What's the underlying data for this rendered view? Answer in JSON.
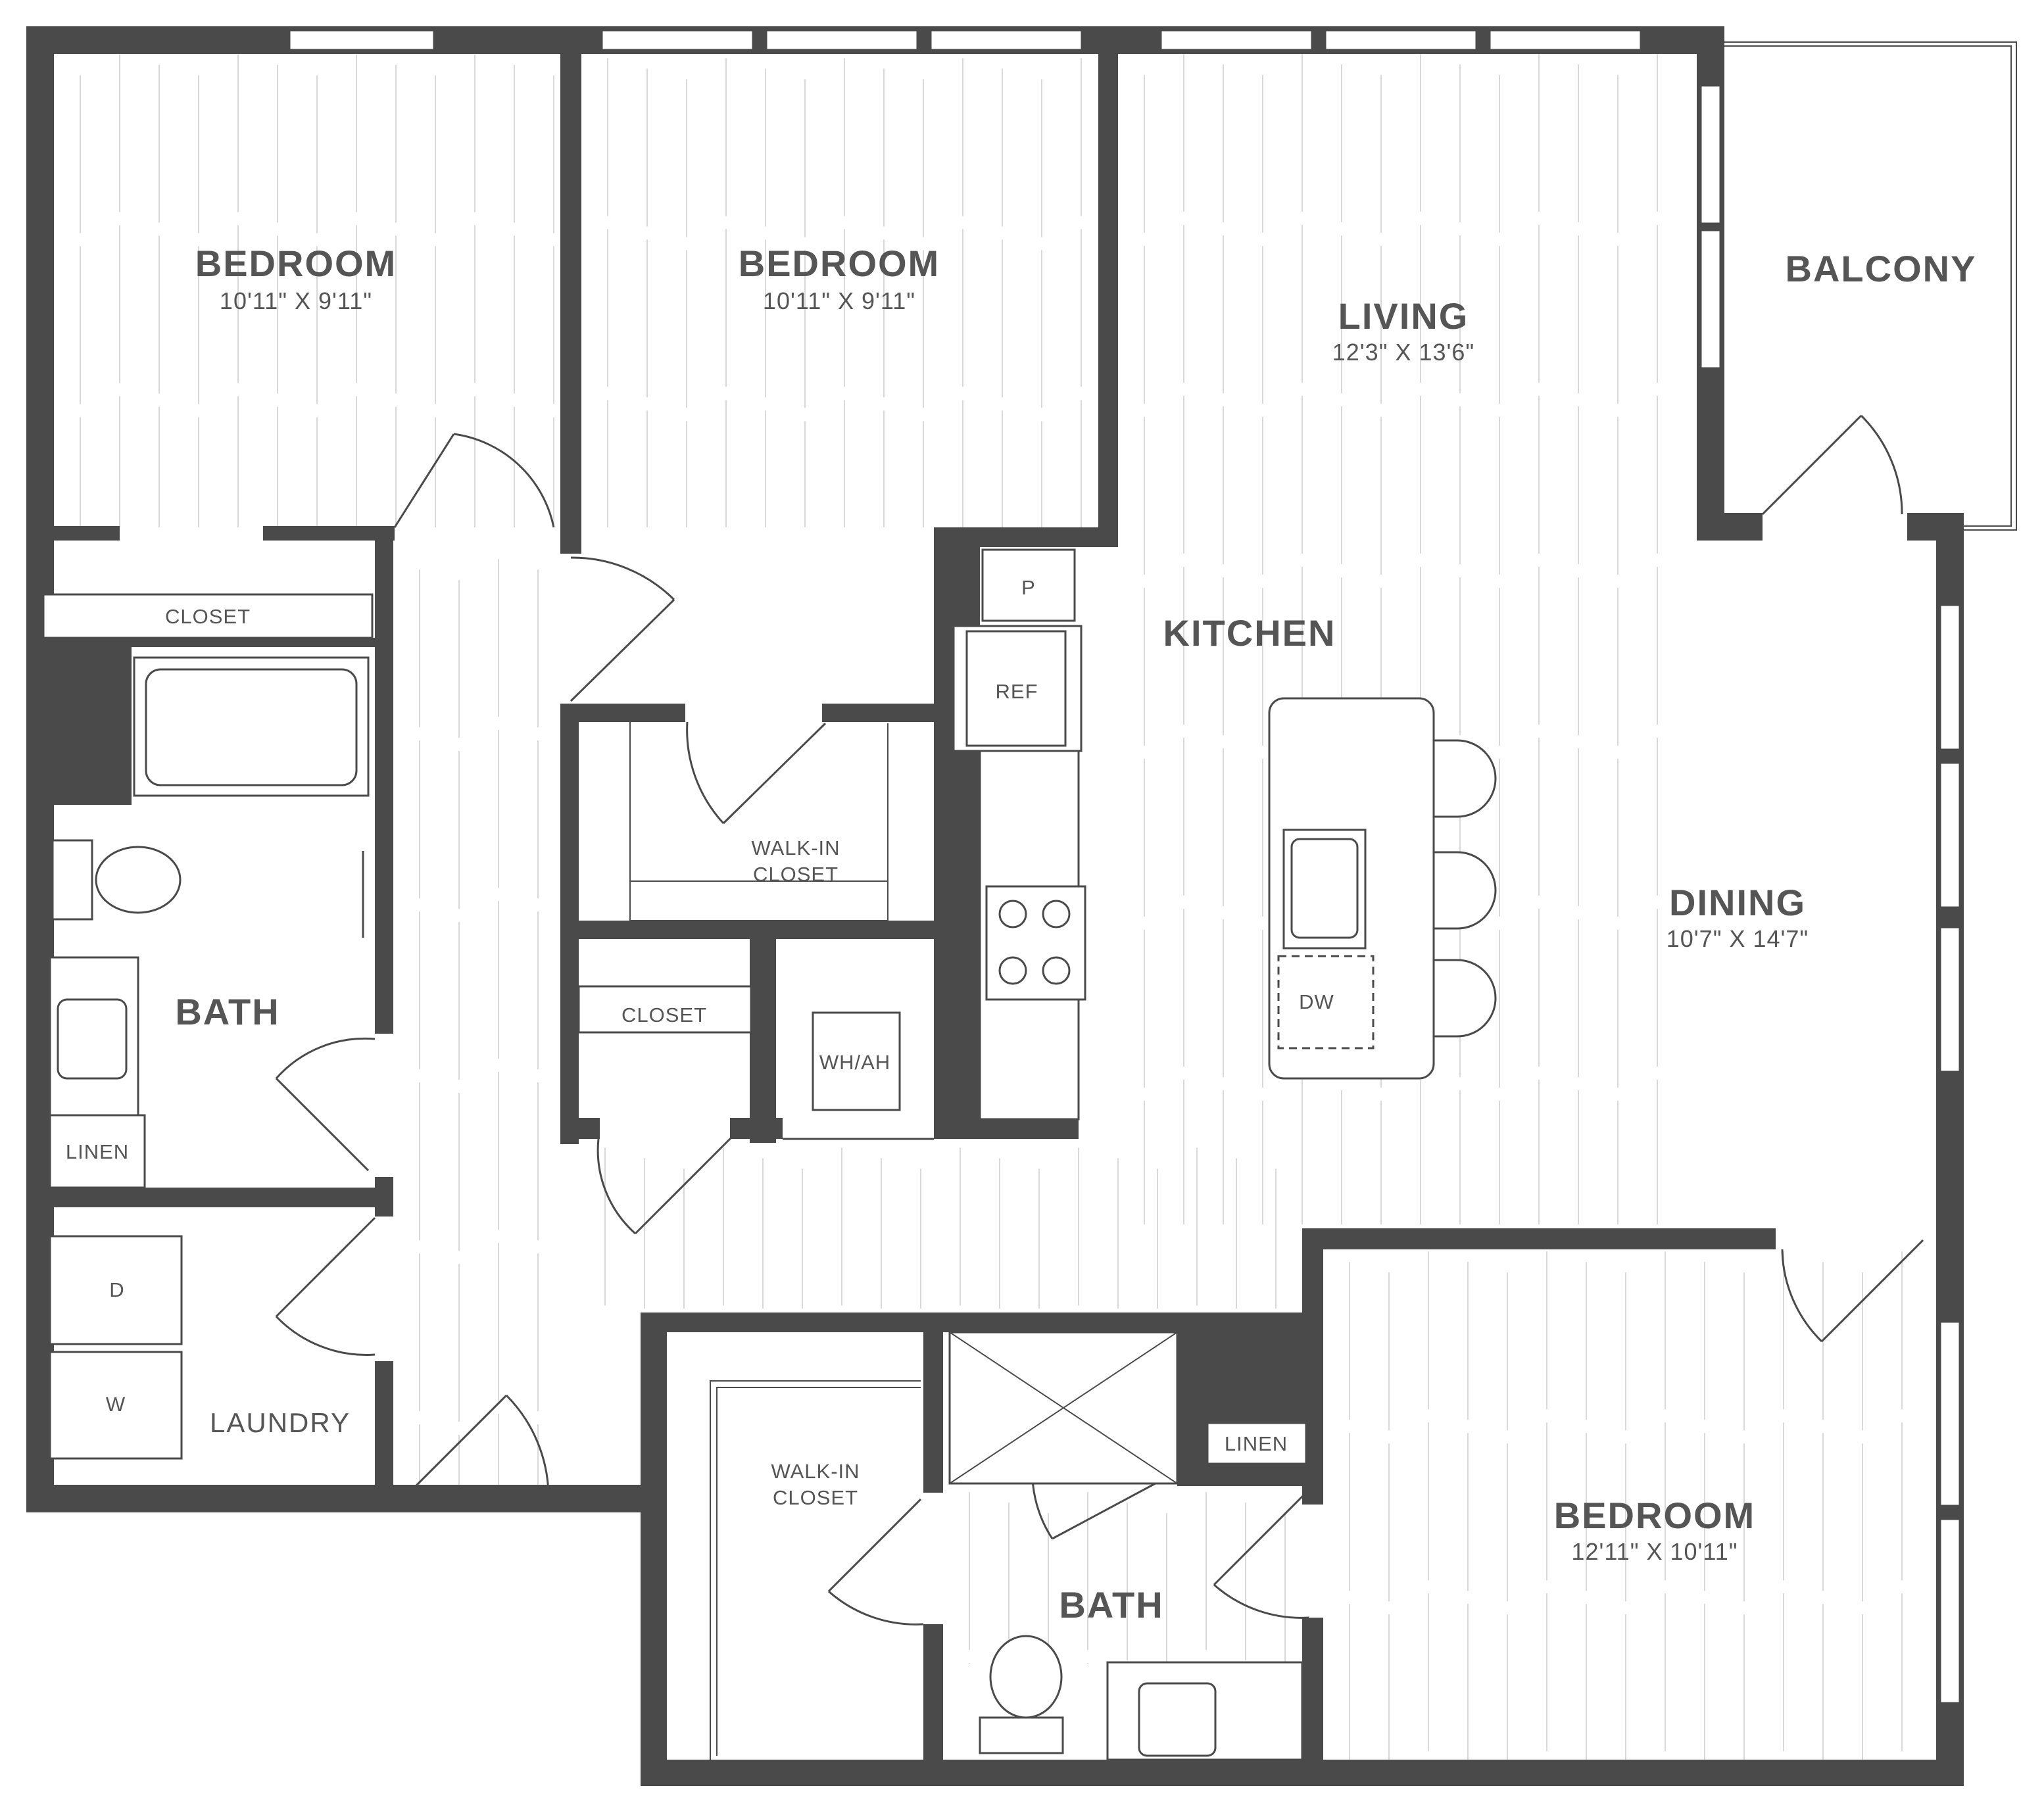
{
  "rooms": {
    "bedroom_1": {
      "name": "BEDROOM",
      "dims": "10'11\" X 9'11\""
    },
    "bedroom_2": {
      "name": "BEDROOM",
      "dims": "10'11\" X 9'11\""
    },
    "living": {
      "name": "LIVING",
      "dims": "12'3\" X 13'6\""
    },
    "balcony": {
      "name": "BALCONY"
    },
    "kitchen": {
      "name": "KITCHEN"
    },
    "dining": {
      "name": "DINING",
      "dims": "10'7\" X 14'7\""
    },
    "bath_1": {
      "name": "BATH"
    },
    "bath_2": {
      "name": "BATH"
    },
    "bedroom_3": {
      "name": "BEDROOM",
      "dims": "12'11\" X 10'11\""
    },
    "laundry": {
      "name": "LAUNDRY"
    }
  },
  "labels": {
    "closet_top": "CLOSET",
    "closet_mid": "CLOSET",
    "walkin_1_line1": "WALK-IN",
    "walkin_1_line2": "CLOSET",
    "walkin_2_line1": "WALK-IN",
    "walkin_2_line2": "CLOSET",
    "pantry": "P",
    "ref": "REF",
    "dw": "DW",
    "whah": "WH/AH",
    "linen_1": "LINEN",
    "linen_2": "LINEN",
    "dryer": "D",
    "washer": "W"
  },
  "colors": {
    "wall": "#4a4a4a",
    "text": "#555555",
    "plank": "#d9d9d9"
  }
}
